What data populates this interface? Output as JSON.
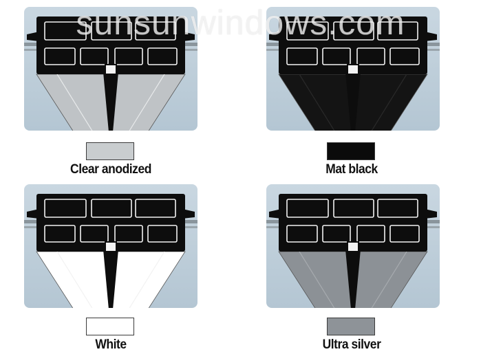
{
  "watermark": "sunsunwindows.com",
  "finishes": [
    {
      "label": "Clear anodized",
      "fill": "#bfc3c6",
      "swatch": "#c9cdcf",
      "edge": "#e8eaeb"
    },
    {
      "label": "Mat black",
      "fill": "#141414",
      "swatch": "#0b0b0b",
      "edge": "#2a2a2a"
    },
    {
      "label": "White",
      "fill": "#ffffff",
      "swatch": "#ffffff",
      "edge": "#f2f2f2"
    },
    {
      "label": "Ultra silver",
      "fill": "#8c9196",
      "swatch": "#8e9398",
      "edge": "#a7abaf"
    }
  ]
}
